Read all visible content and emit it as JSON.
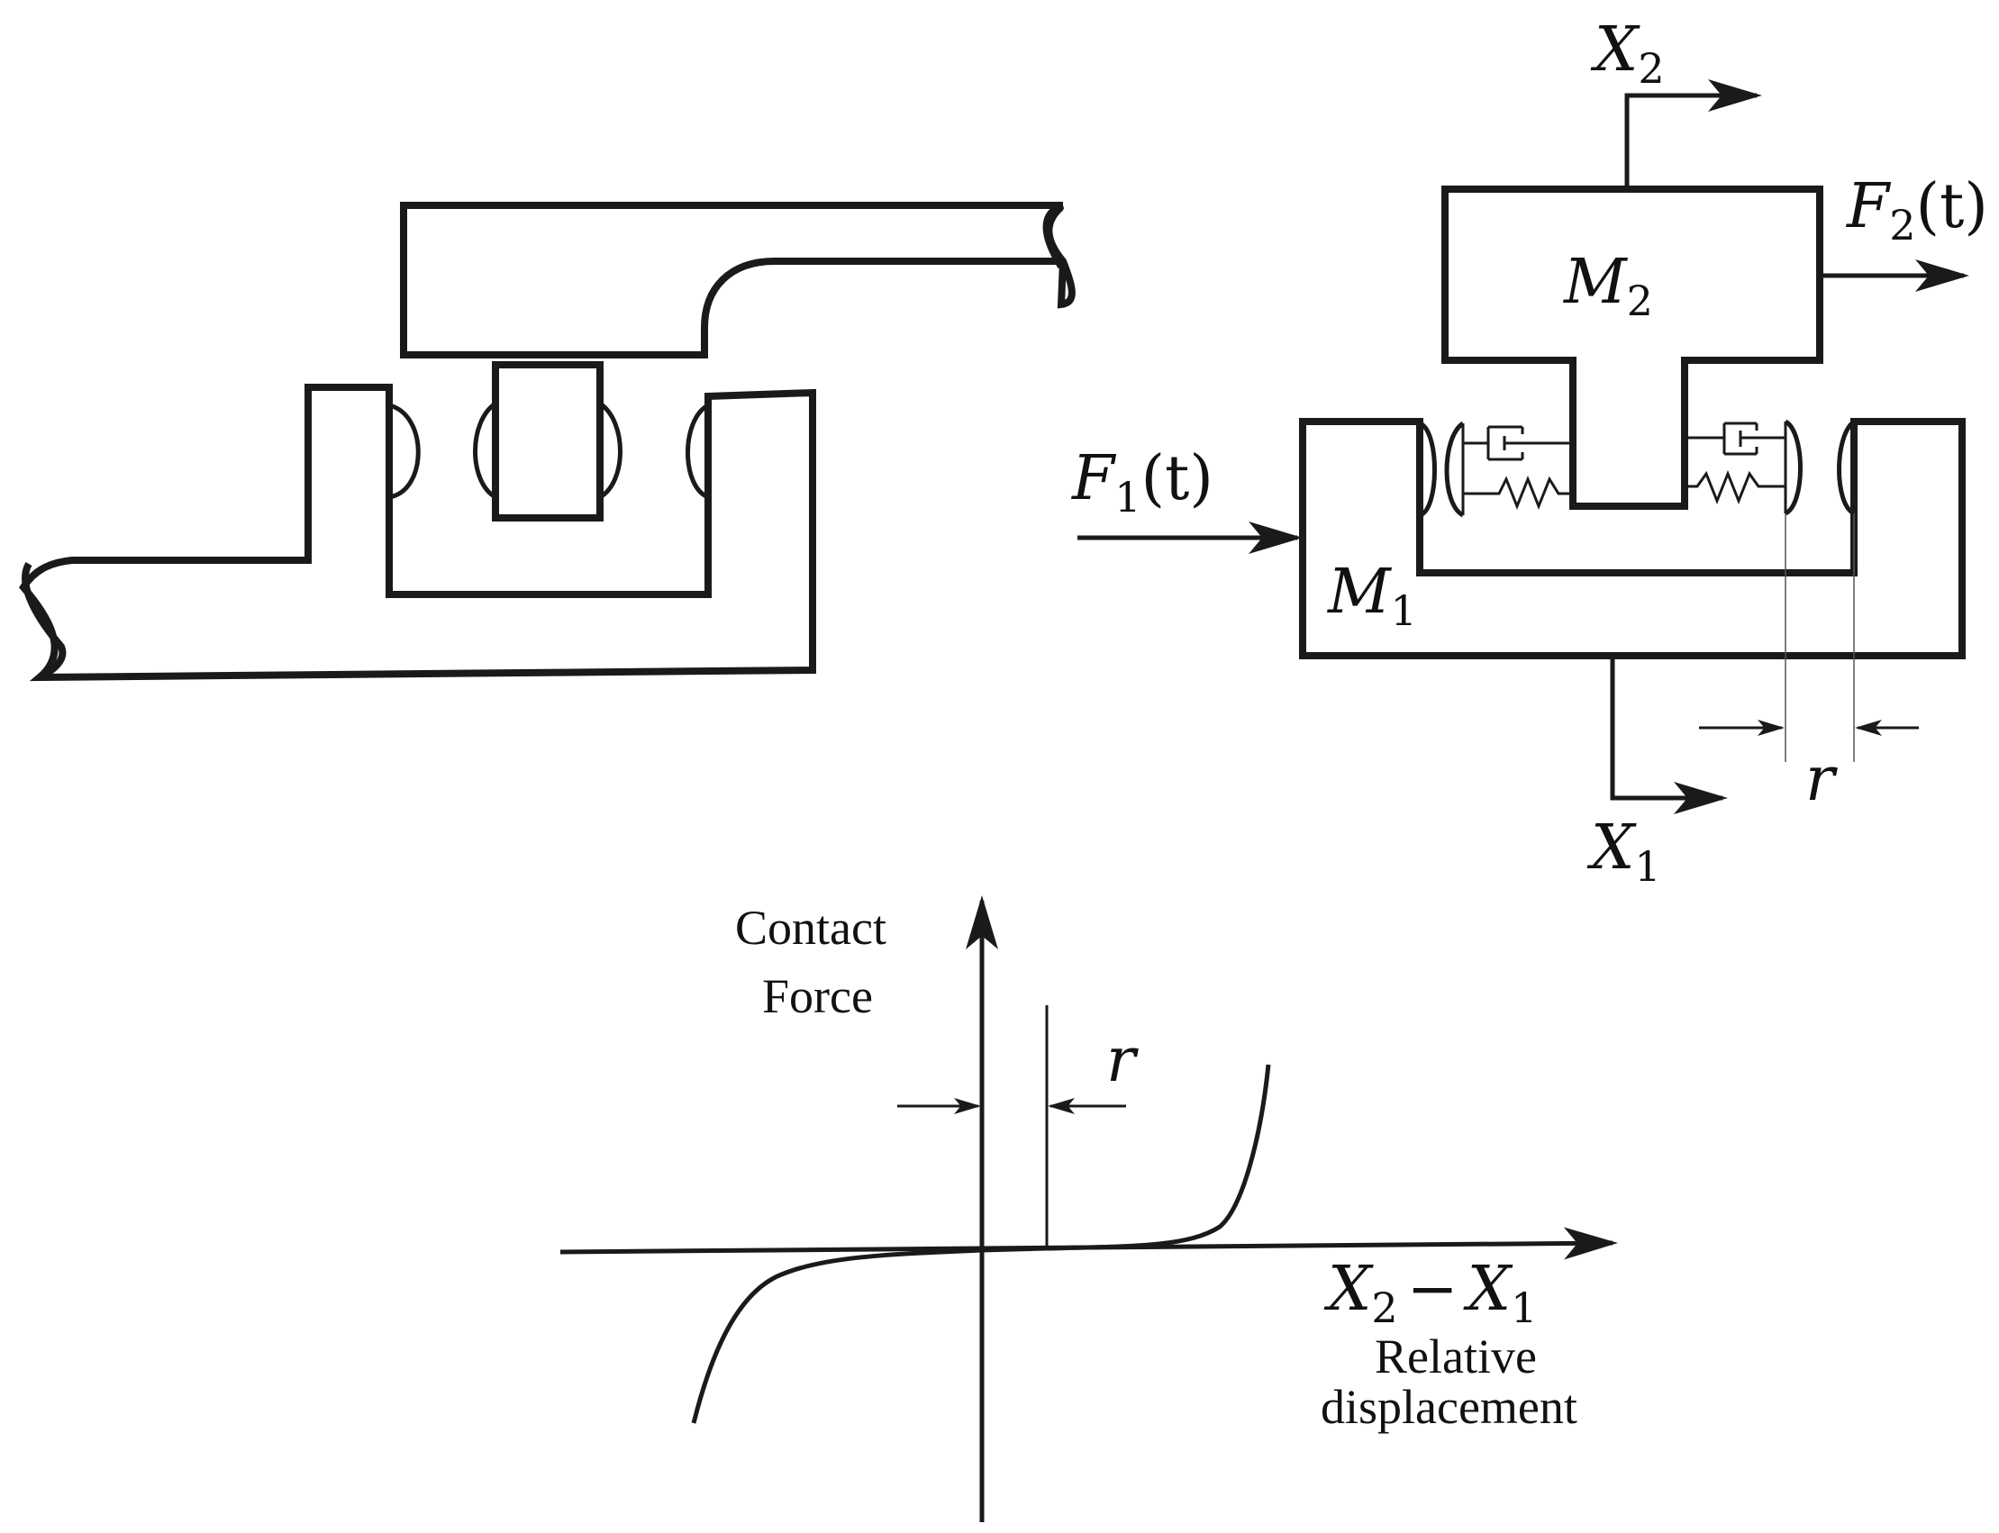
{
  "mechanism_labels": {
    "mass_upper": {
      "sym": "M",
      "sub": "2"
    },
    "mass_lower": {
      "sym": "M",
      "sub": "1"
    },
    "disp_upper": {
      "sym": "X",
      "sub": "2"
    },
    "disp_lower": {
      "sym": "X",
      "sub": "1"
    },
    "force_upper": {
      "sym": "F",
      "sub": "2",
      "arg": "(t)"
    },
    "force_lower": {
      "sym": "F",
      "sub": "1",
      "arg": "(t)"
    },
    "clearance": "r"
  },
  "graph_labels": {
    "y_axis_line1": "Contact",
    "y_axis_line2": "Force",
    "x_axis_expr": {
      "a": "X",
      "a_sub": "2",
      "op": "−",
      "b": "X",
      "b_sub": "1"
    },
    "x_axis_line1": "Relative",
    "x_axis_line2": "displacement",
    "clearance": "r"
  },
  "colors": {
    "ink": "#1a1a1a",
    "background": "#ffffff"
  }
}
